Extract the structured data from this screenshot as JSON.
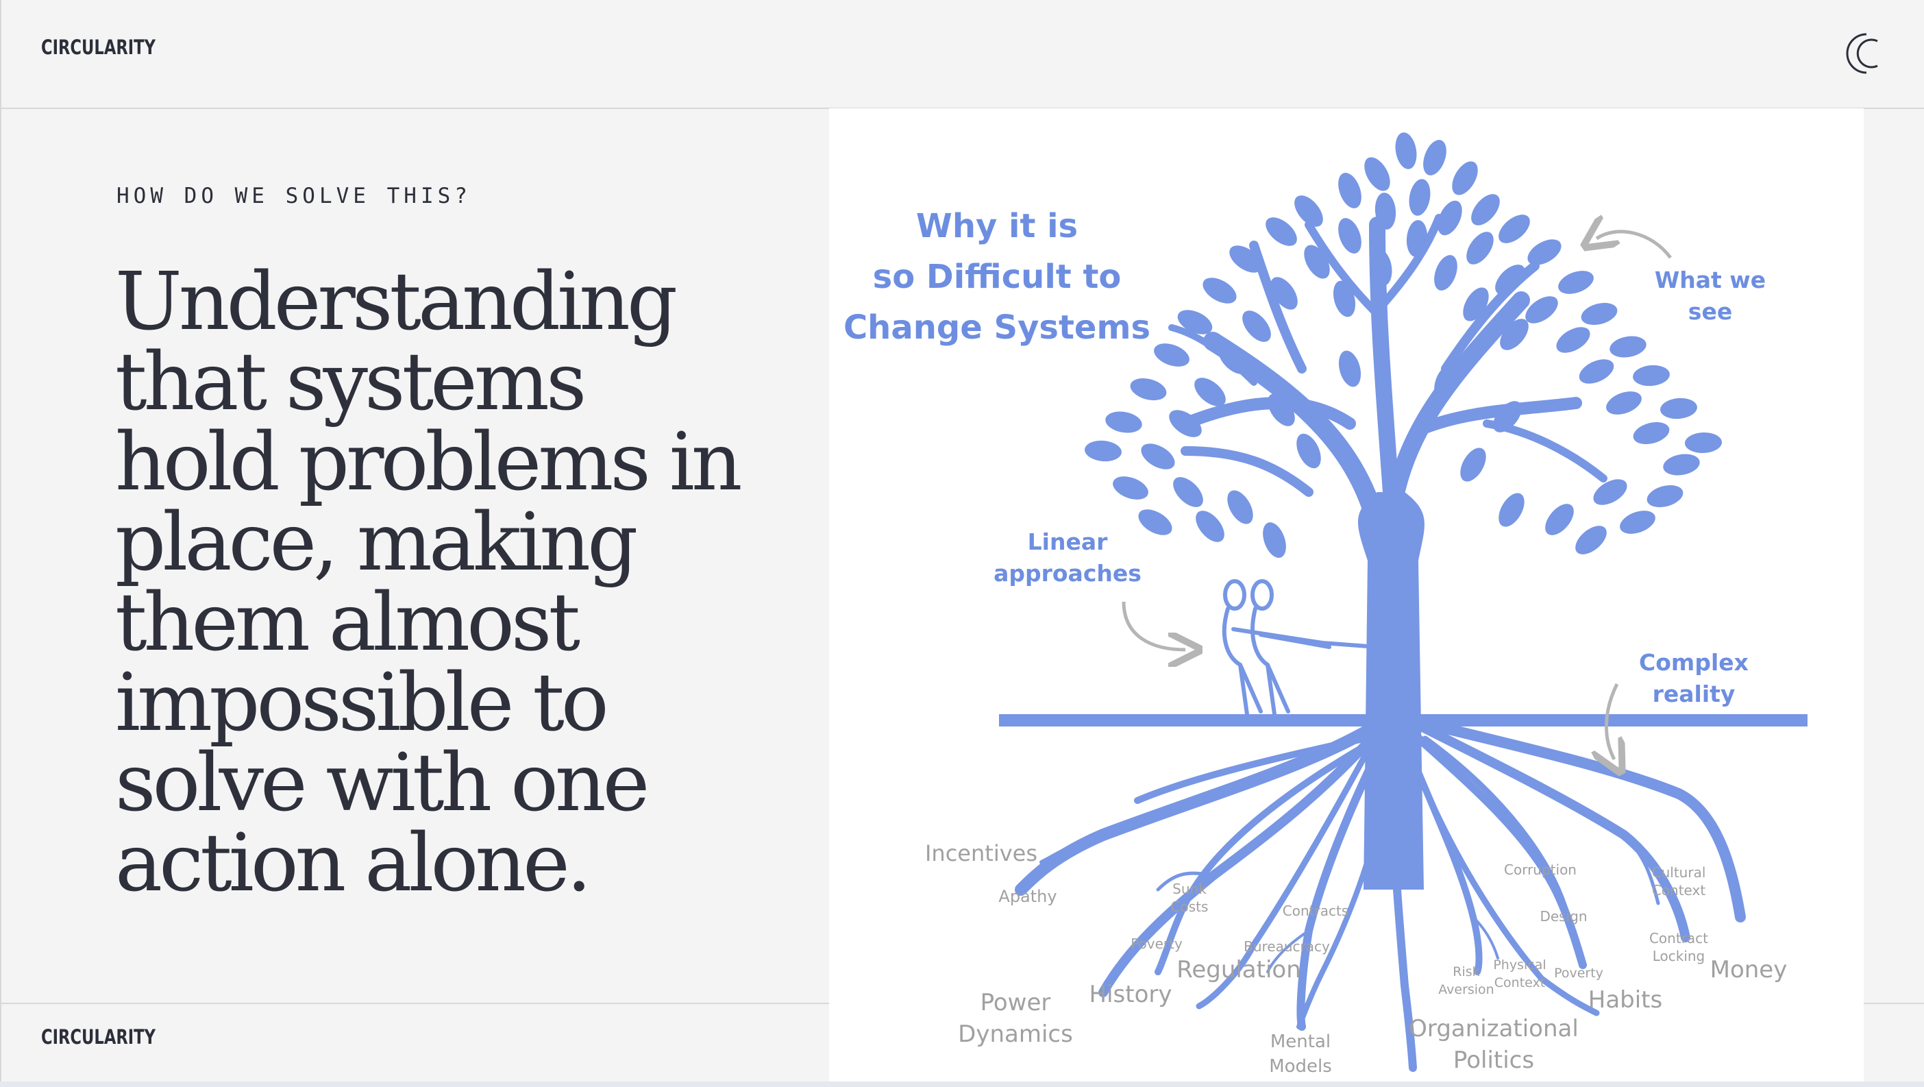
{
  "header": {
    "brand": "CIRCULARITY",
    "logo_icon": "circularity-logo-icon"
  },
  "footer": {
    "brand": "CIRCULARITY"
  },
  "slide": {
    "eyebrow": "HOW DO WE SOLVE THIS?",
    "headline_lines": [
      "Understanding",
      "that systems",
      "hold problems in",
      "place, making",
      "them almost",
      "impossible to",
      "solve with one",
      "action alone."
    ]
  },
  "figure": {
    "title_lines": [
      "Why it is",
      "so Difficult to",
      "Change Systems"
    ],
    "what_we_see": [
      "What we",
      "see"
    ],
    "linear_approaches": [
      "Linear",
      "approaches"
    ],
    "complex_reality": [
      "Complex",
      "reality"
    ],
    "roots": {
      "incentives": "Incentives",
      "apathy": "Apathy",
      "sunk_costs": [
        "Sunk",
        "Costs"
      ],
      "contracts": "Contracts",
      "corruption": "Corruption",
      "cultural_context": [
        "Cultural",
        "Context"
      ],
      "design": "Design",
      "poverty_left": "Poverty",
      "bureaucracy": "Bureaucracy",
      "contract_locking": [
        "Contract",
        "Locking"
      ],
      "risk_aversion": [
        "Risk",
        "Aversion"
      ],
      "physical_context": [
        "Physical",
        "Context"
      ],
      "poverty_right": "Poverty",
      "money": "Money",
      "regulation": "Regulation",
      "history": "History",
      "power_dynamics": [
        "Power",
        "Dynamics"
      ],
      "habits": "Habits",
      "organizational_politics": [
        "Organizational",
        "Politics"
      ],
      "mental_models": [
        "Mental",
        "Models"
      ]
    },
    "colors": {
      "accent": "#7796e4",
      "title": "#6d8ee0",
      "root_label": "#a0a0a0",
      "arrow": "#b5b5b5"
    }
  }
}
